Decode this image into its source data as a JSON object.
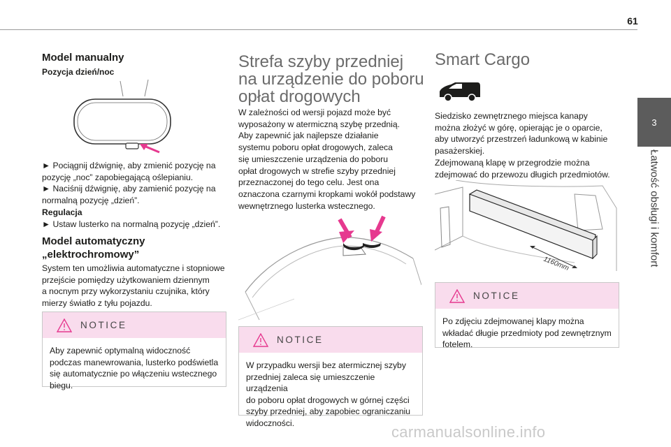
{
  "page": {
    "number": "61"
  },
  "side_tab": {
    "chapter": "3",
    "title": "Łatwość obsługi i komfort"
  },
  "col1": {
    "heading": "Model manualny",
    "subheading": "Pozycja dzień/noc",
    "lines": [
      "► Pociągnij dźwignię, aby zmienić pozycję na",
      "pozycję „noc” zapobiegającą oślepianiu.",
      "► Naciśnij dźwignię, aby zamienić pozycję na",
      "normalną pozycję „dzień”."
    ],
    "regulation_label": "Regulacja",
    "regulation_line": "► Ustaw lusterko na normalną pozycję „dzień”.",
    "auto_heading_1": "Model automatyczny",
    "auto_heading_2": "„elektrochromowy”",
    "auto_lines": [
      "System ten umożliwia automatyczne i stopniowe",
      "przejście pomiędzy użytkowaniem dziennym",
      "a nocnym przy wykorzystaniu czujnika, który",
      "mierzy światło z tyłu pojazdu."
    ],
    "notice_label": "NOTICE",
    "notice_lines": [
      "Aby zapewnić optymalną widoczność",
      "podczas manewrowania, lusterko podświetla",
      "się automatycznie po włączeniu wstecznego",
      "biegu."
    ]
  },
  "col2": {
    "title_lines": [
      "Strefa szyby przedniej",
      "na urządzenie do poboru",
      "opłat drogowych"
    ],
    "lines": [
      "W zależności od wersji pojazd może być",
      "wyposażony w atermiczną szybę przednią.",
      "Aby zapewnić jak najlepsze działanie",
      "systemu poboru opłat drogowych, zaleca",
      "się umieszczenie urządzenia do poboru",
      "opłat drogowych w strefie szyby przedniej",
      "przeznaczonej do tego celu. Jest ona",
      "oznaczona czarnymi kropkami wokół podstawy",
      "wewnętrznego lusterka wstecznego."
    ],
    "notice_label": "NOTICE",
    "notice_lines": [
      "W przypadku wersji bez atermicznej szyby",
      "przedniej zaleca się umieszczenie urządzenia",
      "do poboru opłat drogowych w górnej części",
      "szyby przedniej, aby zapobiec ograniczaniu",
      "widoczności."
    ]
  },
  "col3": {
    "title": "Smart Cargo",
    "lines": [
      "Siedzisko zewnętrznego miejsca kanapy",
      "można złożyć w górę, opierając je o oparcie,",
      "aby utworzyć przestrzeń ładunkową w kabinie",
      "pasażerskiej.",
      "Zdejmowaną klapę w przegrodzie można",
      "zdejmować do przewozu długich przedmiotów."
    ],
    "dimension_label": "1160mm",
    "notice_label": "NOTICE",
    "notice_lines": [
      "Po zdjęciu zdejmowanej klapy można",
      "wkładać długie przedmioty pod zewnętrznym",
      "fotelem."
    ]
  },
  "footer": {
    "watermark": "carmanualsonline.info"
  },
  "colors": {
    "accent_pink": "#e6398f",
    "notice_bg": "#f9dced",
    "tab_gray": "#5c5c5c"
  }
}
